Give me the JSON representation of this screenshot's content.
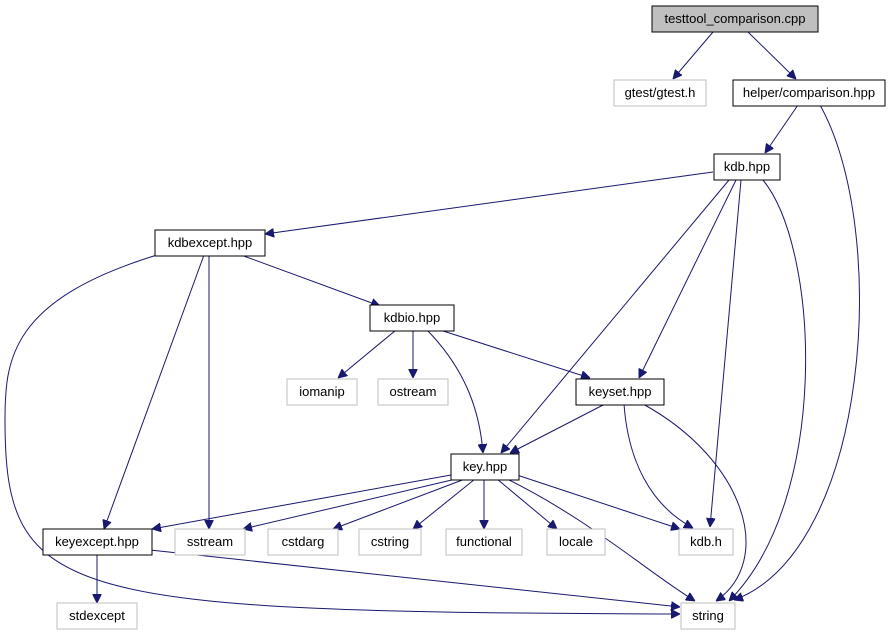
{
  "colors": {
    "edge": "#191970",
    "root_fill": "#bfbfbf",
    "node_border": "#000000",
    "external_border": "#bfbfbf",
    "text": "#000000"
  },
  "nodes": {
    "root": {
      "label": "testtool_comparison.cpp",
      "kind": "root"
    },
    "gtest": {
      "label": "gtest/gtest.h",
      "kind": "external"
    },
    "helper_comparison": {
      "label": "helper/comparison.hpp",
      "kind": "internal"
    },
    "kdb_hpp": {
      "label": "kdb.hpp",
      "kind": "internal"
    },
    "kdbexcept": {
      "label": "kdbexcept.hpp",
      "kind": "internal"
    },
    "kdbio": {
      "label": "kdbio.hpp",
      "kind": "internal"
    },
    "iomanip": {
      "label": "iomanip",
      "kind": "external"
    },
    "ostream": {
      "label": "ostream",
      "kind": "external"
    },
    "keyset": {
      "label": "keyset.hpp",
      "kind": "internal"
    },
    "key": {
      "label": "key.hpp",
      "kind": "internal"
    },
    "keyexcept": {
      "label": "keyexcept.hpp",
      "kind": "internal"
    },
    "sstream": {
      "label": "sstream",
      "kind": "external"
    },
    "cstdarg": {
      "label": "cstdarg",
      "kind": "external"
    },
    "cstring": {
      "label": "cstring",
      "kind": "external"
    },
    "functional": {
      "label": "functional",
      "kind": "external"
    },
    "locale": {
      "label": "locale",
      "kind": "external"
    },
    "kdb_h": {
      "label": "kdb.h",
      "kind": "external"
    },
    "stdexcept": {
      "label": "stdexcept",
      "kind": "external"
    },
    "string": {
      "label": "string",
      "kind": "external"
    }
  },
  "edges": [
    {
      "from": "root",
      "to": "gtest"
    },
    {
      "from": "root",
      "to": "helper_comparison"
    },
    {
      "from": "helper_comparison",
      "to": "kdb_hpp"
    },
    {
      "from": "helper_comparison",
      "to": "string"
    },
    {
      "from": "kdb_hpp",
      "to": "kdbexcept"
    },
    {
      "from": "kdb_hpp",
      "to": "key"
    },
    {
      "from": "kdb_hpp",
      "to": "keyset"
    },
    {
      "from": "kdb_hpp",
      "to": "kdb_h"
    },
    {
      "from": "kdb_hpp",
      "to": "string"
    },
    {
      "from": "kdbexcept",
      "to": "kdbio"
    },
    {
      "from": "kdbexcept",
      "to": "keyexcept"
    },
    {
      "from": "kdbexcept",
      "to": "sstream"
    },
    {
      "from": "kdbexcept",
      "to": "string"
    },
    {
      "from": "kdbio",
      "to": "iomanip"
    },
    {
      "from": "kdbio",
      "to": "ostream"
    },
    {
      "from": "kdbio",
      "to": "keyset"
    },
    {
      "from": "kdbio",
      "to": "key"
    },
    {
      "from": "keyset",
      "to": "key"
    },
    {
      "from": "keyset",
      "to": "kdb_h"
    },
    {
      "from": "keyset",
      "to": "string"
    },
    {
      "from": "key",
      "to": "keyexcept"
    },
    {
      "from": "key",
      "to": "sstream"
    },
    {
      "from": "key",
      "to": "cstdarg"
    },
    {
      "from": "key",
      "to": "cstring"
    },
    {
      "from": "key",
      "to": "functional"
    },
    {
      "from": "key",
      "to": "locale"
    },
    {
      "from": "key",
      "to": "kdb_h"
    },
    {
      "from": "key",
      "to": "string"
    },
    {
      "from": "keyexcept",
      "to": "stdexcept"
    },
    {
      "from": "keyexcept",
      "to": "string"
    }
  ]
}
